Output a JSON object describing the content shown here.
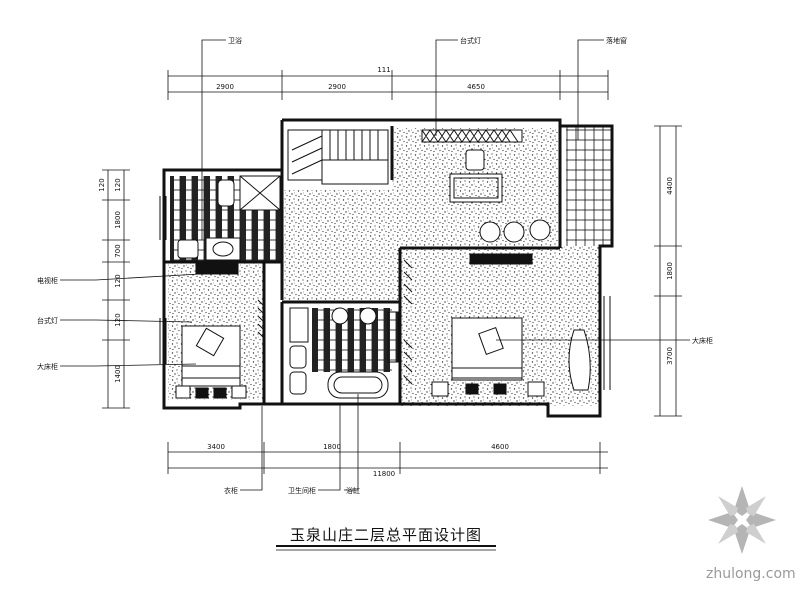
{
  "drawing": {
    "title": "玉泉山庄二层总平面设计图"
  },
  "dimensions": {
    "top_total": "111",
    "top_segments": [
      "2900",
      "2900",
      "4650"
    ],
    "bottom_total": "11800",
    "bottom_segments": [
      "3400",
      "1800",
      "4600"
    ],
    "left_segments": [
      "120",
      "120",
      "1800",
      "700",
      "120",
      "120",
      "1400"
    ],
    "right_segments": [
      "4400",
      "1800",
      "3700"
    ]
  },
  "callouts": {
    "top": [
      "卫浴",
      "台式灯",
      "落地窗"
    ],
    "left": [
      "电视柜",
      "台式灯",
      "大床柜"
    ],
    "bottom": [
      "衣柜",
      "卫生间柜",
      "浴缸"
    ],
    "right": [
      "大床柜"
    ]
  },
  "watermark": {
    "text": "zhulong.com"
  },
  "colors": {
    "line": "#111111",
    "watermark": "#9a9a9a"
  }
}
